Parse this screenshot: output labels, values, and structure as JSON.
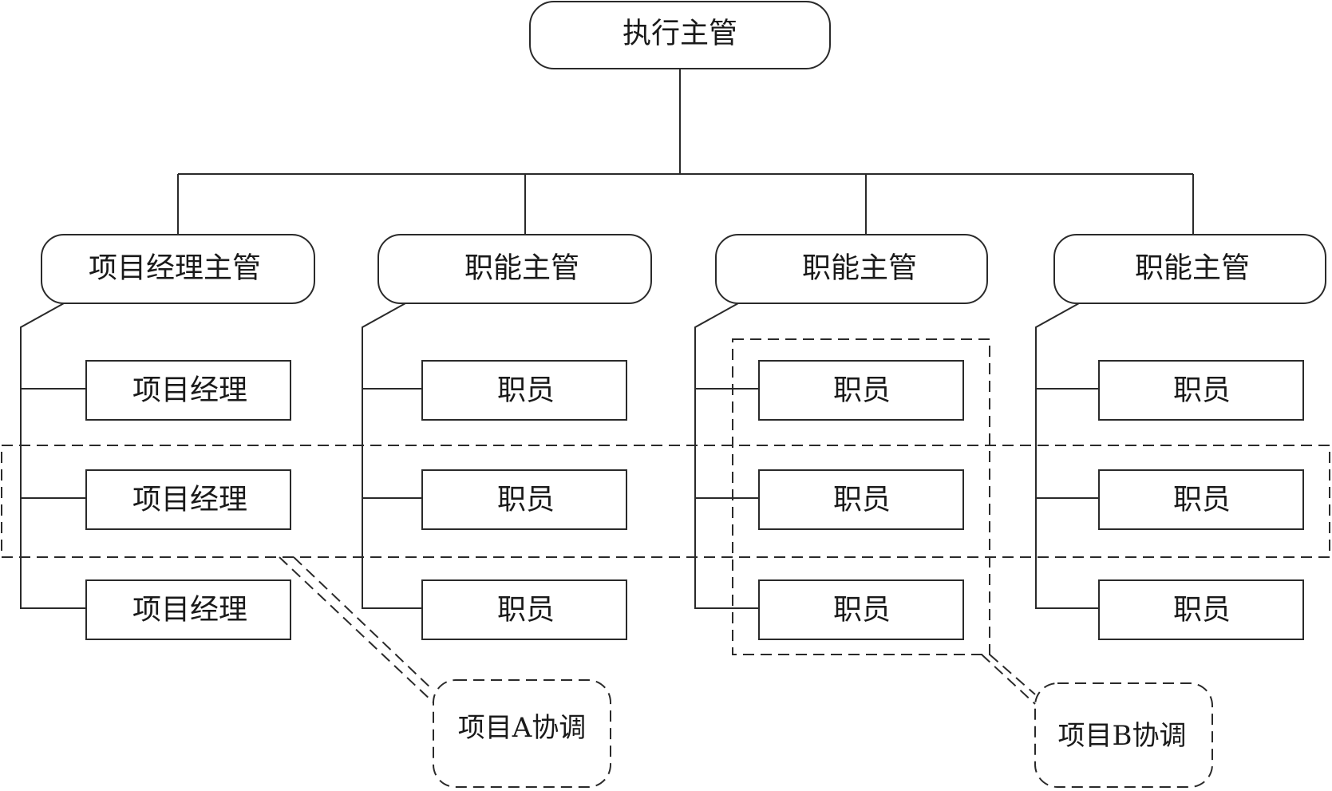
{
  "executive": {
    "label": "执行主管"
  },
  "managers": [
    {
      "label": "项目经理主管"
    },
    {
      "label": "职能主管"
    },
    {
      "label": "职能主管"
    },
    {
      "label": "职能主管"
    }
  ],
  "columns": [
    {
      "items": [
        "项目经理",
        "项目经理",
        "项目经理"
      ]
    },
    {
      "items": [
        "职员",
        "职员",
        "职员"
      ]
    },
    {
      "items": [
        "职员",
        "职员",
        "职员"
      ]
    },
    {
      "items": [
        "职员",
        "职员",
        "职员"
      ]
    }
  ],
  "coordination": {
    "project_a": "项目A协调",
    "project_b": "项目B协调"
  }
}
